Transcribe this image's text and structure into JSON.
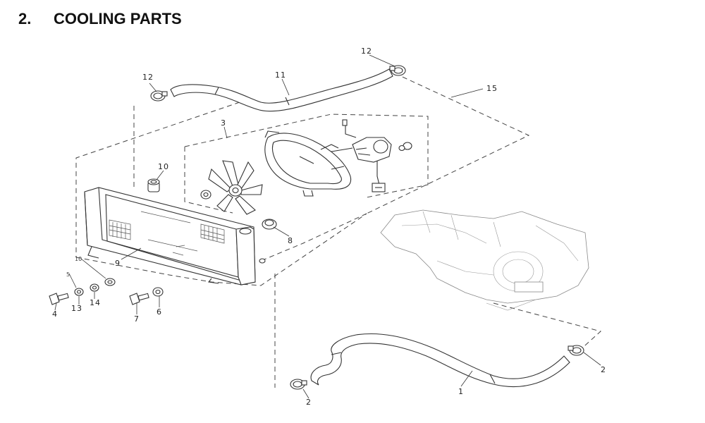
{
  "section": {
    "number": "2.",
    "title": "COOLING PARTS"
  },
  "callouts": {
    "radiator_hose_lower": "1",
    "hose_clamp_lower_left": "2",
    "hose_clamp_lower_right": "2",
    "fan_motor_assembly": "3",
    "bolt_left": "4",
    "washer_small": "5",
    "collar": "6",
    "bolt_right": "7",
    "radiator_cap": "8",
    "radiator": "9",
    "grommet_top": "10",
    "grommet_left": "10",
    "radiator_hose_upper": "11",
    "hose_clamp_upper_left": "12",
    "hose_clamp_upper_right": "12",
    "washer": "13",
    "nut": "14",
    "fan_group": "15"
  }
}
